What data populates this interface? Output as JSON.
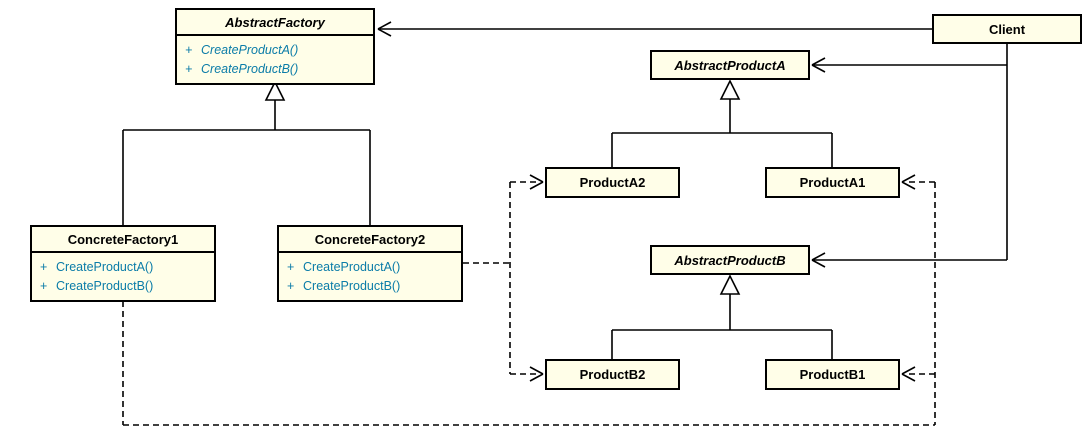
{
  "diagram": {
    "classes": {
      "abstractFactory": {
        "name": "AbstractFactory",
        "methods": [
          {
            "vis": "+",
            "sig": "CreateProductA()"
          },
          {
            "vis": "+",
            "sig": "CreateProductB()"
          }
        ]
      },
      "client": {
        "name": "Client"
      },
      "abstractProductA": {
        "name": "AbstractProductA"
      },
      "productA2": {
        "name": "ProductA2"
      },
      "productA1": {
        "name": "ProductA1"
      },
      "concreteFactory1": {
        "name": "ConcreteFactory1",
        "methods": [
          {
            "vis": "+",
            "sig": "CreateProductA()"
          },
          {
            "vis": "+",
            "sig": "CreateProductB()"
          }
        ]
      },
      "concreteFactory2": {
        "name": "ConcreteFactory2",
        "methods": [
          {
            "vis": "+",
            "sig": "CreateProductA()"
          },
          {
            "vis": "+",
            "sig": "CreateProductB()"
          }
        ]
      },
      "abstractProductB": {
        "name": "AbstractProductB"
      },
      "productB2": {
        "name": "ProductB2"
      },
      "productB1": {
        "name": "ProductB1"
      }
    },
    "colors": {
      "box_fill": "#fffee8",
      "box_border": "#000000",
      "method_text": "#0b7ca8",
      "line": "#000000",
      "background": "#ffffff"
    }
  }
}
